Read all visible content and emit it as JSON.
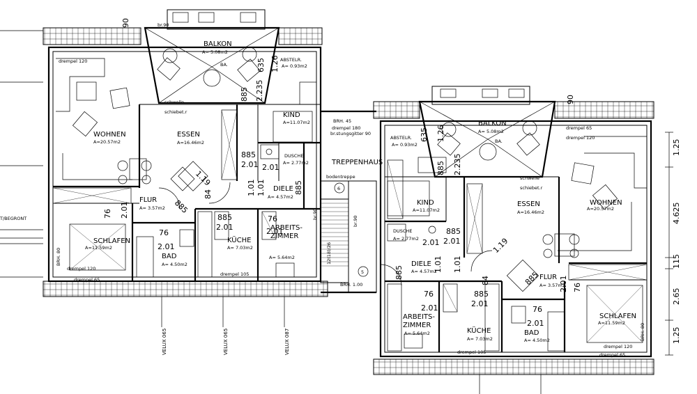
{
  "left": {
    "wohnen_name": "WOHNEN",
    "wohnen_area": "A=20.57m2",
    "essen_name": "ESSEN",
    "essen_area": "A=16.46m2",
    "balkon_name": "BALKON",
    "balkon_area": "A= 5.08m2",
    "balkon_ba": "BA.",
    "abstelr_name": "ABSTELR.",
    "abstelr_area": "A= 0.93m2",
    "kind_name": "KIND",
    "kind_area": "A=11.07m2",
    "dusche_name": "DUSCHE",
    "dusche_area": "A= 2.77m2",
    "diele_name": "DIELE",
    "diele_area": "A= 4.57m2",
    "flur_name": "FLUR",
    "flur_area": "A= 3.57m2",
    "schlafen_name": "SCHLAFEN",
    "schlafen_area": "A=11.59m2",
    "bad_name": "BAD",
    "bad_area": "A= 4.50m2",
    "kueche_name": "KÜCHE",
    "kueche_area": "A= 7.03m2",
    "arbeits_name1": "ARBEITS-",
    "arbeits_name2": "ZIMMER",
    "arbeits_area": "A= 5.64m2",
    "drempel_120": "drempel 120",
    "drempel_65": "drempel 65",
    "drempel_105": "drempel 105",
    "schwelle": "schwelle",
    "schiebetuer": "schiebet.r",
    "brh_90_top": "br.90",
    "brh_80": "BRH. 80",
    "brh_90_side": "br.90",
    "begront": "T/BEGRONT"
  },
  "right": {
    "wohnen_name": "WOHNEN",
    "wohnen_area": "A=20.57m2",
    "essen_name": "ESSEN",
    "essen_area": "A=16.46m2",
    "balkon_name": "BALKON",
    "balkon_area": "A= 5.08m2",
    "balkon_ba": "BA.",
    "abstelr_name": "ABSTELR.",
    "abstelr_area": "A= 0.93m2",
    "kind_name": "KIND",
    "kind_area": "A=11.07m2",
    "dusche_name": "DUSCHE",
    "dusche_area": "A= 2.77m2",
    "diele_name": "DIELE",
    "diele_area": "A= 4.57m2",
    "flur_name": "FLUR",
    "flur_area": "A= 3.57m2",
    "schlafen_name": "SCHLAFEN",
    "schlafen_area": "A=11.59m2",
    "bad_name": "BAD",
    "bad_area": "A= 4.50m2",
    "kueche_name": "KÜCHE",
    "kueche_area": "A= 7.03m2",
    "arbeits_name1": "ARBEITS-",
    "arbeits_name2": "ZIMMER",
    "arbeits_area": "A= 5.64m2",
    "drempel_120": "drempel 120",
    "drempel_65": "drempel 65",
    "drempel_105": "drempel 105",
    "schwelle": "schwelle",
    "schiebetuer": "schiebet.r",
    "brh_80": "BRH. 80",
    "brh_90_side": "br.90"
  },
  "stair": {
    "name": "TREPPENHAUS",
    "bodentreppe": "bodentreppe",
    "step_6": "6",
    "step_5": "5",
    "brh_45": "BRH. 45",
    "drempel_180": "drempel 180",
    "bruestung": "br.stungsgitter 90",
    "brh_100": "BRH. 1.00",
    "steps_label": "12(18)/26"
  },
  "velux": [
    "VELUX 065",
    "VELUX 065",
    "VELUX 087"
  ],
  "dims": {
    "d635": "635",
    "d126": "1.26",
    "d885": "885",
    "d2235": "2.235",
    "d201": "2.01",
    "d119": "1.19",
    "d84": "84",
    "d76": "76",
    "d101": "1.01",
    "d90": "90",
    "d125": "1.25",
    "d4625": "4.625",
    "d115": "115",
    "d265": "2.65"
  }
}
